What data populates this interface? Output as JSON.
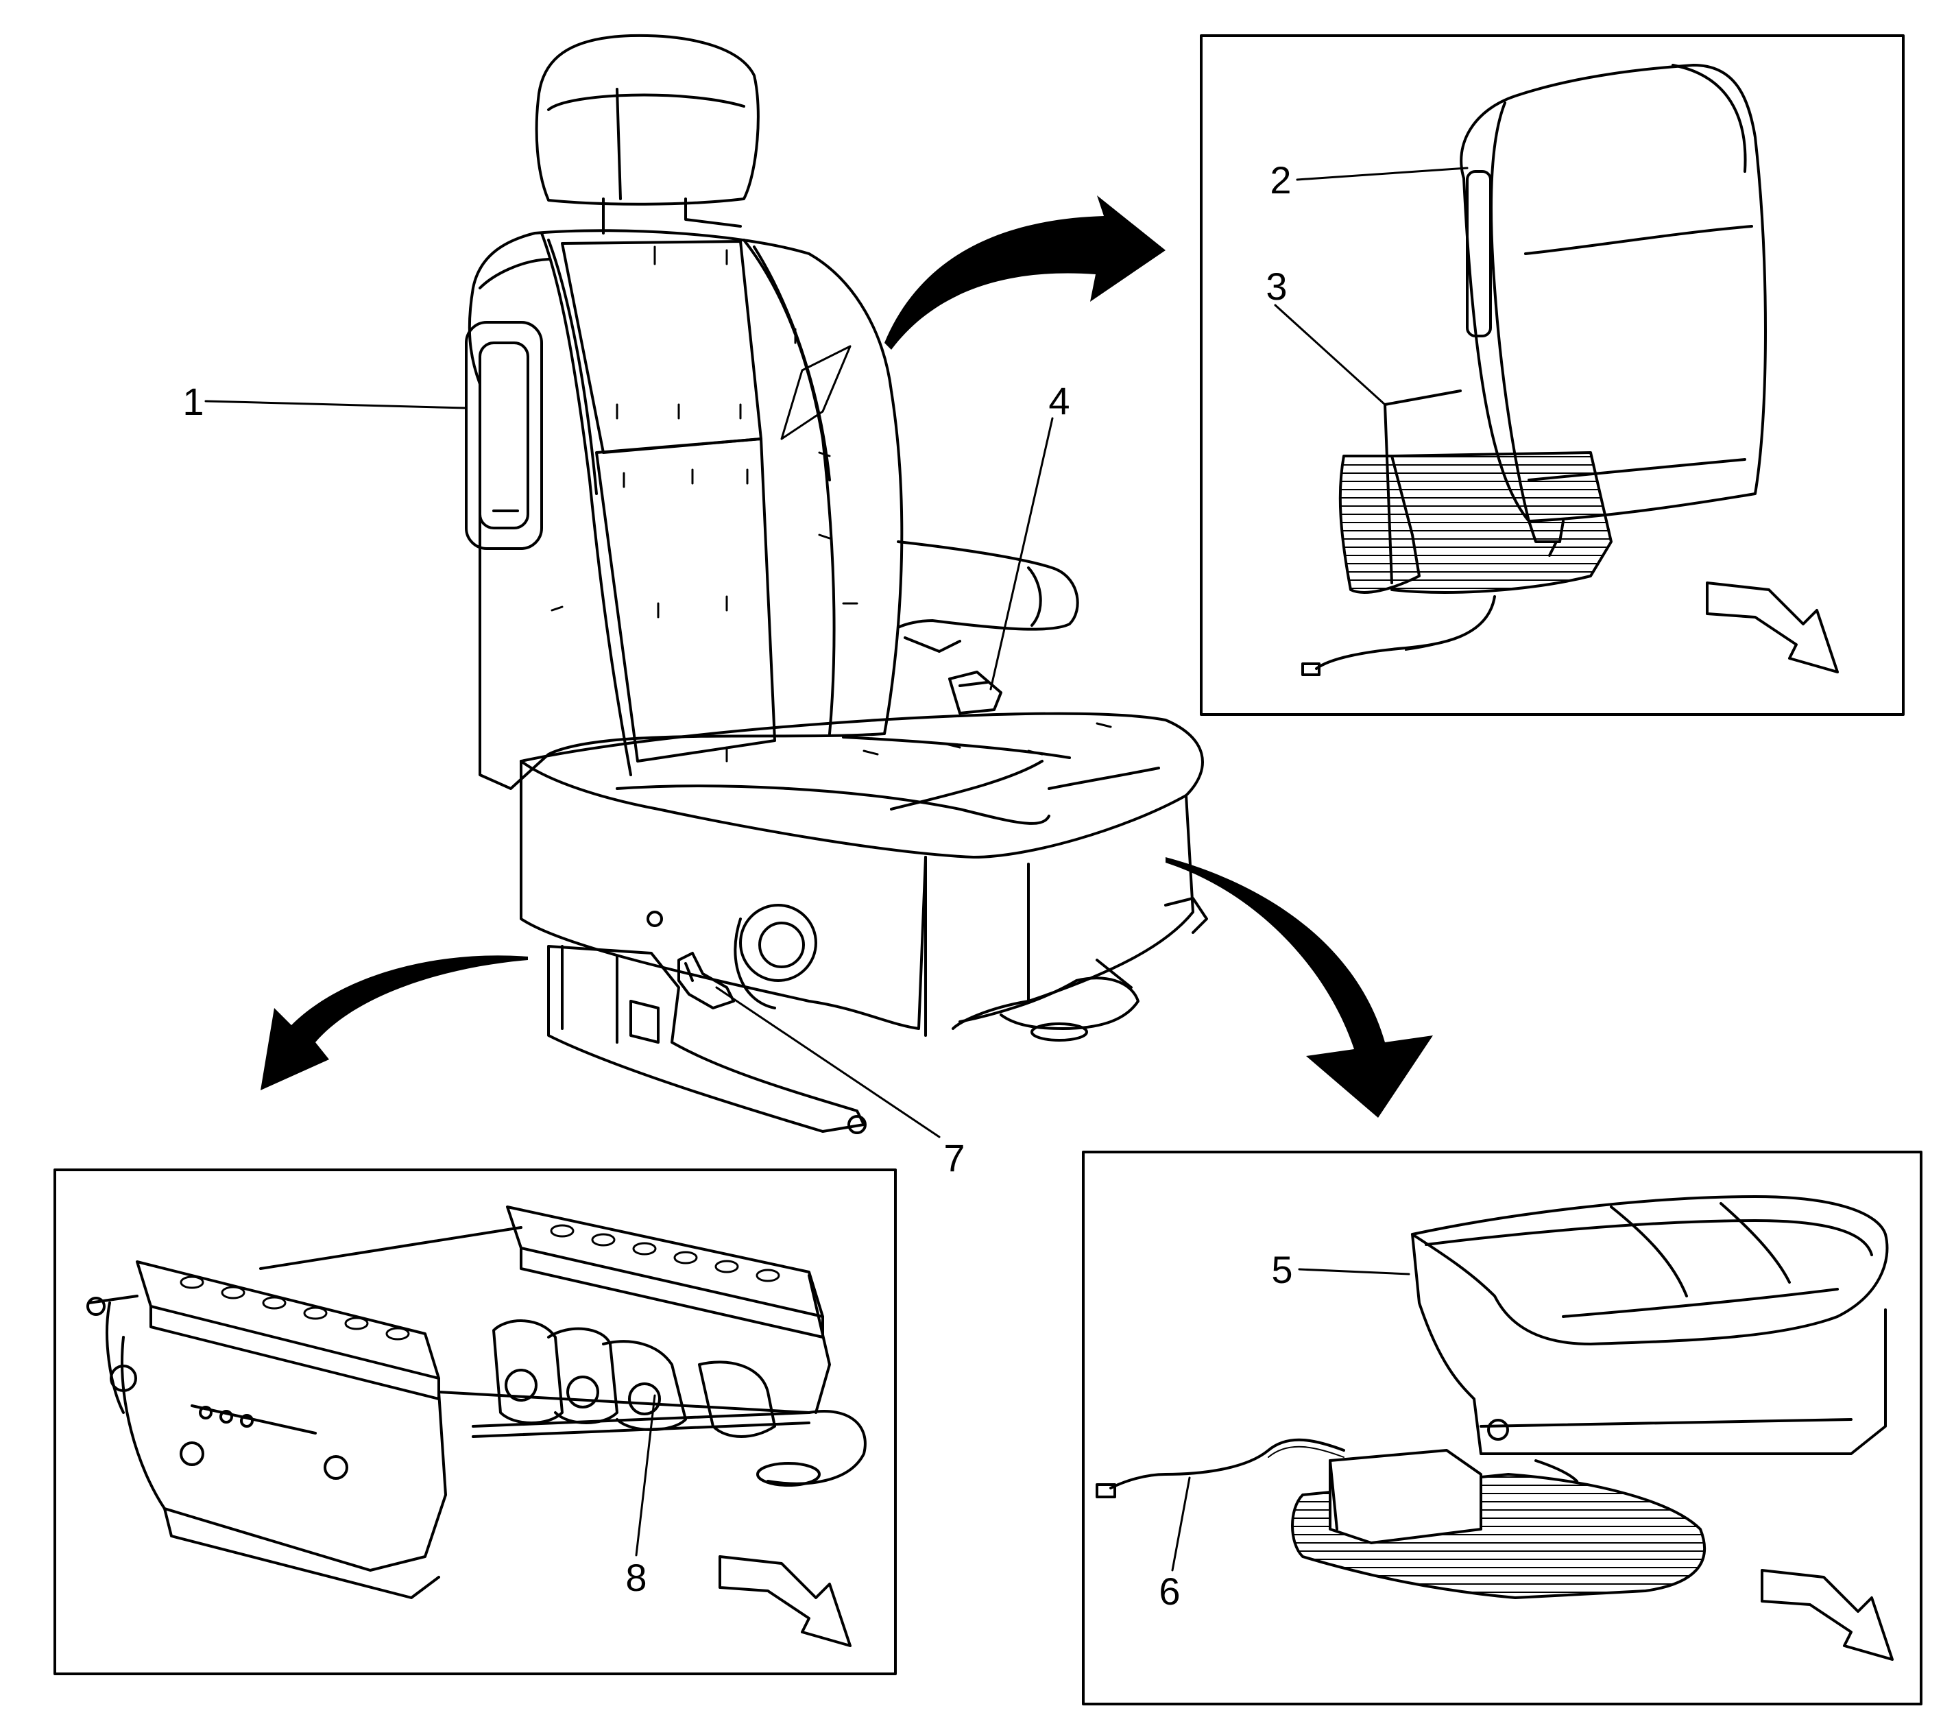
{
  "diagram": {
    "callouts": [
      {
        "id": "1",
        "label": "1"
      },
      {
        "id": "2",
        "label": "2"
      },
      {
        "id": "3",
        "label": "3"
      },
      {
        "id": "4",
        "label": "4"
      },
      {
        "id": "5",
        "label": "5"
      },
      {
        "id": "6",
        "label": "6"
      },
      {
        "id": "7",
        "label": "7"
      },
      {
        "id": "8",
        "label": "8"
      }
    ],
    "parts": {
      "main": "seat-assembly",
      "inset_top_right": "seatback-cushion",
      "inset_bottom_left": "seat-adjuster-frame",
      "inset_bottom_right": "seat-cushion"
    },
    "colors": {
      "line": "#000000",
      "background": "#ffffff"
    }
  }
}
